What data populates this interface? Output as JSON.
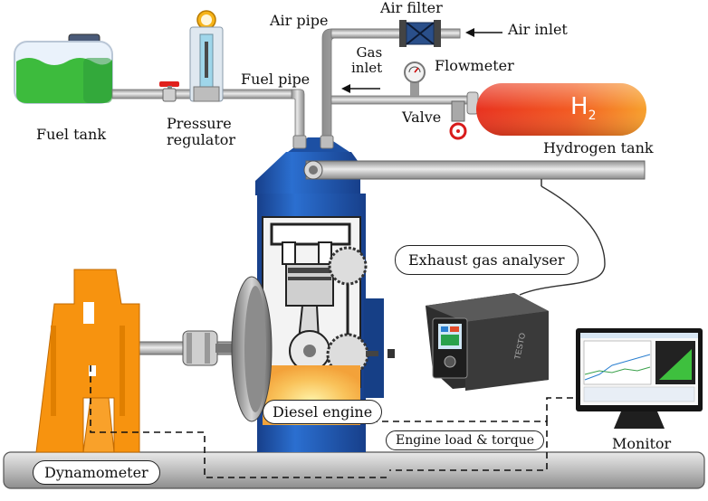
{
  "labels": {
    "fuel_tank": "Fuel tank",
    "pressure_regulator": "Pressure\nregulator",
    "fuel_pipe": "Fuel pipe",
    "air_pipe": "Air pipe",
    "air_filter": "Air filter",
    "air_inlet": "Air inlet",
    "gas_inlet": "Gas\ninlet",
    "flowmeter": "Flowmeter",
    "valve": "Valve",
    "h2": "H",
    "h2_subscript": "2",
    "hydrogen_tank": "Hydrogen tank",
    "exhaust_gas_analyser": "Exhaust gas analyser",
    "diesel_engine": "Diesel engine",
    "engine_load_torque": "Engine load & torque",
    "monitor": "Monitor",
    "dynamometer": "Dynamometer",
    "analyser_brand": "TESTO"
  },
  "colors": {
    "fuel_green": "#3dbb3d",
    "engine_blue": "#1f5fb8",
    "hydrogen_red": "#e8321f",
    "hydrogen_orange": "#f79a2a",
    "dynamometer_orange": "#f7930f",
    "pipe_grey": "#b9b9b9"
  },
  "icons": [
    "fuel-tank-icon",
    "pressure-regulator-icon",
    "air-filter-icon",
    "flowmeter-icon",
    "valve-icon",
    "hydrogen-tank-icon",
    "diesel-engine-icon",
    "exhaust-analyser-icon",
    "monitor-icon",
    "dynamometer-icon",
    "flywheel-icon",
    "shaft-coupling-icon"
  ]
}
